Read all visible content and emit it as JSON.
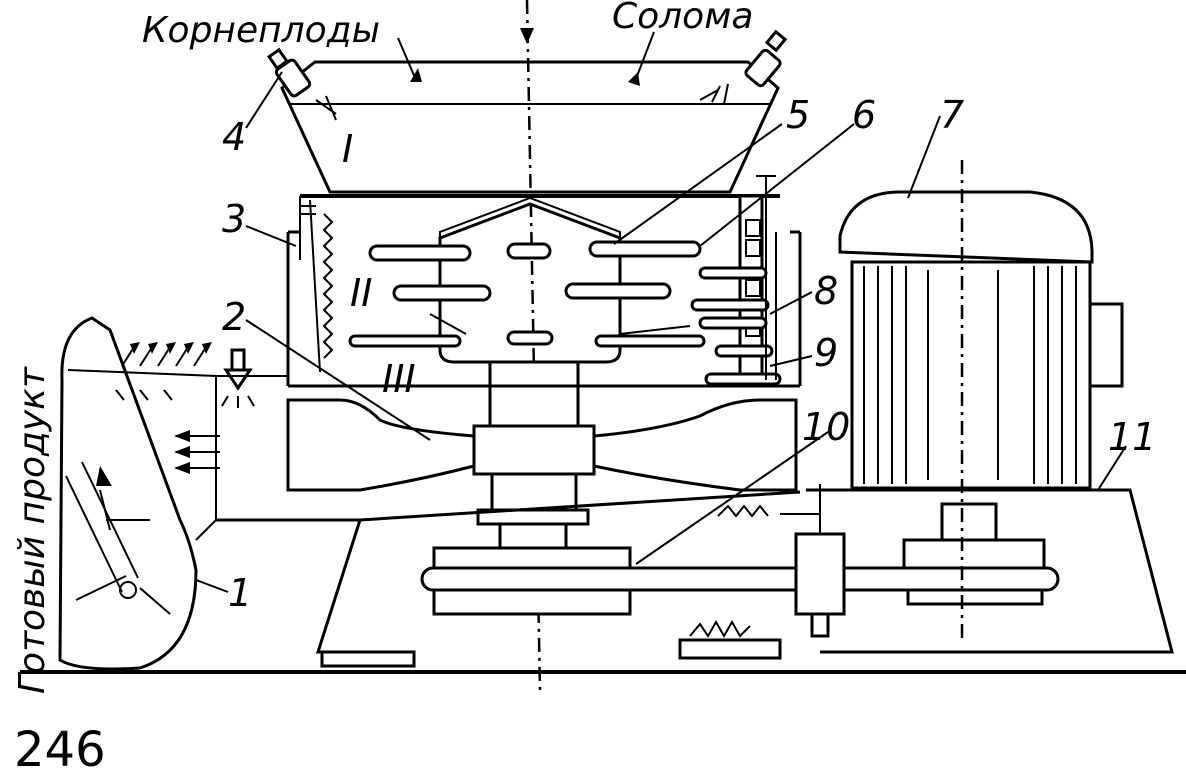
{
  "labels": {
    "roots": "Корнеплоды",
    "straw": "Солома",
    "product": "Готовый продукт",
    "zone1": "I",
    "zone2": "II",
    "zone3": "III",
    "n1": "1",
    "n2": "2",
    "n3": "3",
    "n4": "4",
    "n5": "5",
    "n6": "6",
    "n7": "7",
    "n8": "8",
    "n9": "9",
    "n10": "10",
    "n11": "11"
  },
  "page_number": "246"
}
